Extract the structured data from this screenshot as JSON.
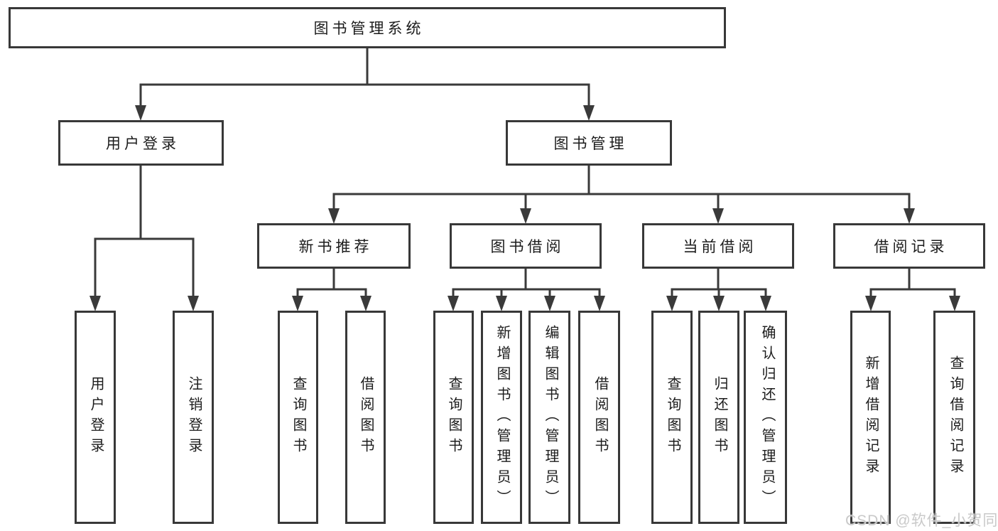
{
  "diagram": {
    "tree": {
      "root": {
        "label": "图书管理系统",
        "children": [
          {
            "label": "用户登录",
            "children": [
              {
                "label": "用户登录"
              },
              {
                "label": "注销登录"
              }
            ]
          },
          {
            "label": "图书管理",
            "children": [
              {
                "label": "新书推荐",
                "children": [
                  {
                    "label": "查询图书"
                  },
                  {
                    "label": "借阅图书"
                  }
                ]
              },
              {
                "label": "图书借阅",
                "children": [
                  {
                    "label": "查询图书"
                  },
                  {
                    "label": "新增图书（管理员）"
                  },
                  {
                    "label": "编辑图书（管理员）"
                  },
                  {
                    "label": "借阅图书"
                  }
                ]
              },
              {
                "label": "当前借阅",
                "children": [
                  {
                    "label": "查询图书"
                  },
                  {
                    "label": "归还图书"
                  },
                  {
                    "label": "确认归还（管理员）"
                  }
                ]
              },
              {
                "label": "借阅记录",
                "children": [
                  {
                    "label": "新增借阅记录"
                  },
                  {
                    "label": "查询借阅记录"
                  }
                ]
              }
            ]
          }
        ]
      }
    },
    "colors": {
      "line": "#3a3a3a",
      "box_border": "#383838",
      "box_fill": "#ffffff",
      "text": "#1c1c1c",
      "watermark_text": "#c9c9c9",
      "background": "#ffffff"
    }
  },
  "watermark": {
    "text": "CSDN @软件_小贺同学"
  }
}
